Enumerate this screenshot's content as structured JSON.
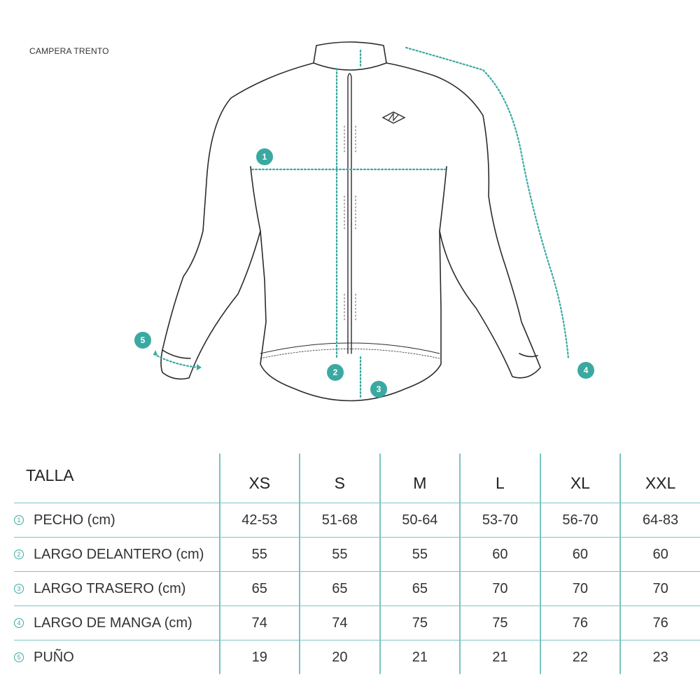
{
  "product": {
    "name": "CAMPERA TRENTO"
  },
  "colors": {
    "accent": "#3aa9a2",
    "line": "#7ac4bf",
    "outline": "#2b2b2b"
  },
  "markers": [
    "1",
    "2",
    "3",
    "4",
    "5"
  ],
  "table": {
    "header_label": "TALLA",
    "sizes": [
      "XS",
      "S",
      "M",
      "L",
      "XL",
      "XXL"
    ],
    "rows": [
      {
        "num": "1",
        "label": "PECHO (cm)",
        "values": [
          "42-53",
          "51-68",
          "50-64",
          "53-70",
          "56-70",
          "64-83"
        ]
      },
      {
        "num": "2",
        "label": "LARGO DELANTERO (cm)",
        "values": [
          "55",
          "55",
          "55",
          "60",
          "60",
          "60"
        ]
      },
      {
        "num": "3",
        "label": "LARGO TRASERO (cm)",
        "values": [
          "65",
          "65",
          "65",
          "70",
          "70",
          "70"
        ]
      },
      {
        "num": "4",
        "label": "LARGO DE MANGA (cm)",
        "values": [
          "74",
          "74",
          "75",
          "75",
          "76",
          "76"
        ]
      },
      {
        "num": "5",
        "label": "PUÑO",
        "values": [
          "19",
          "20",
          "21",
          "21",
          "22",
          "23"
        ]
      }
    ]
  }
}
